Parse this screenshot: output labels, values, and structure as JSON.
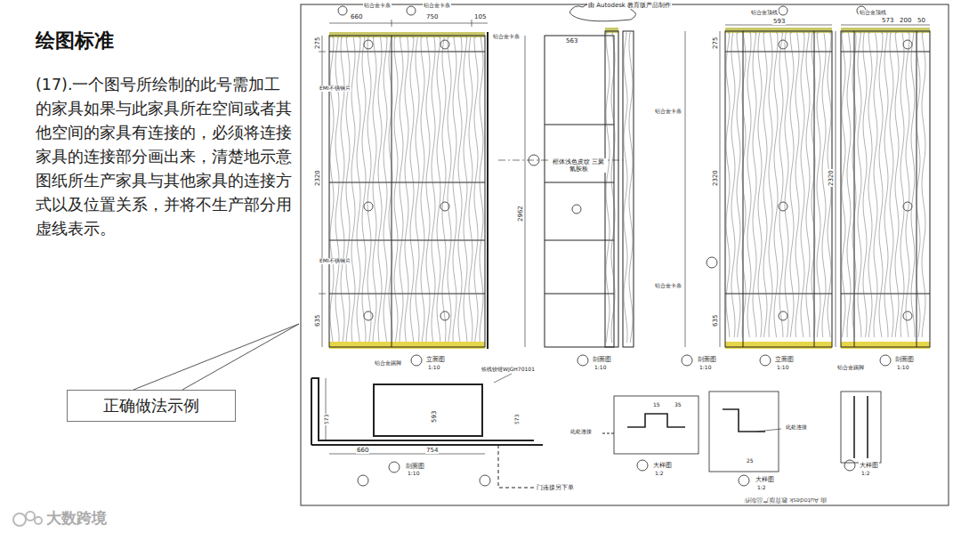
{
  "diagram": {
    "title": "绘图标准",
    "nodes": [
      {
        "text": [
          "正确做法示例"
        ]
      }
    ],
    "labels": [
      "(17).一个图号所绘制的此号需加工的家具如果与此家具所在空间或者其他空间的家具有连接的，必须将连接家具的连接部分画出来，清楚地示意图纸所生产家具与其他家具的连接方式以及位置关系，并将不生产部分用虚线表示。",
      "660",
      "750",
      "105",
      "铝合金卡条",
      "铝合金卡条",
      "275",
      "2320",
      "635",
      "EMI不锈钢片",
      "EMI不锈钢片",
      "铝合金卡条",
      "563",
      "由 Autodesk 教育版产品制作",
      "2962",
      "框体浅色皮纹 三聚氰胺板",
      "铝合金卡条",
      "铝合金卡条",
      "铝合金踢脚",
      "立面图",
      "1:10",
      "剖面图",
      "1:10",
      "剖面图",
      "1:10",
      "铝合金顶线",
      "593",
      "2320",
      "275",
      "635",
      "立面图",
      "1:10",
      "铝合金顶线",
      "573",
      "200",
      "50",
      "2320",
      "铝合金踢脚",
      "剖面图",
      "1:10",
      "铁线铰链WJGH70101",
      "573",
      "593",
      "660",
      "754",
      "573",
      "剖面图",
      "1:10",
      "门连接另下单",
      "此处连接",
      "15",
      "35",
      "大样图",
      "1:2",
      "此处连接",
      "25",
      "大样图",
      "1:2",
      "大样图",
      "1:2",
      "由 Autodesk 教育版产品制作",
      "大数跨境"
    ]
  }
}
